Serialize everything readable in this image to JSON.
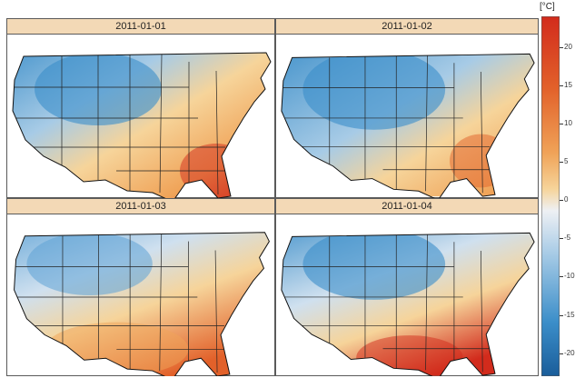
{
  "panels": [
    {
      "date": "2011-01-01"
    },
    {
      "date": "2011-01-02"
    },
    {
      "date": "2011-01-03"
    },
    {
      "date": "2011-01-04"
    }
  ],
  "colorbar": {
    "unit_label": "[°C]",
    "ticks": [
      "20",
      "15",
      "10",
      "5",
      "0",
      "-5",
      "-10",
      "-15",
      "-20"
    ],
    "range": [
      -23,
      24
    ],
    "colors": [
      "#1a5d9a",
      "#3b8ec9",
      "#a7cbe6",
      "#eef0f4",
      "#f6d49a",
      "#f0a358",
      "#e2612a",
      "#d22b1c"
    ]
  }
}
